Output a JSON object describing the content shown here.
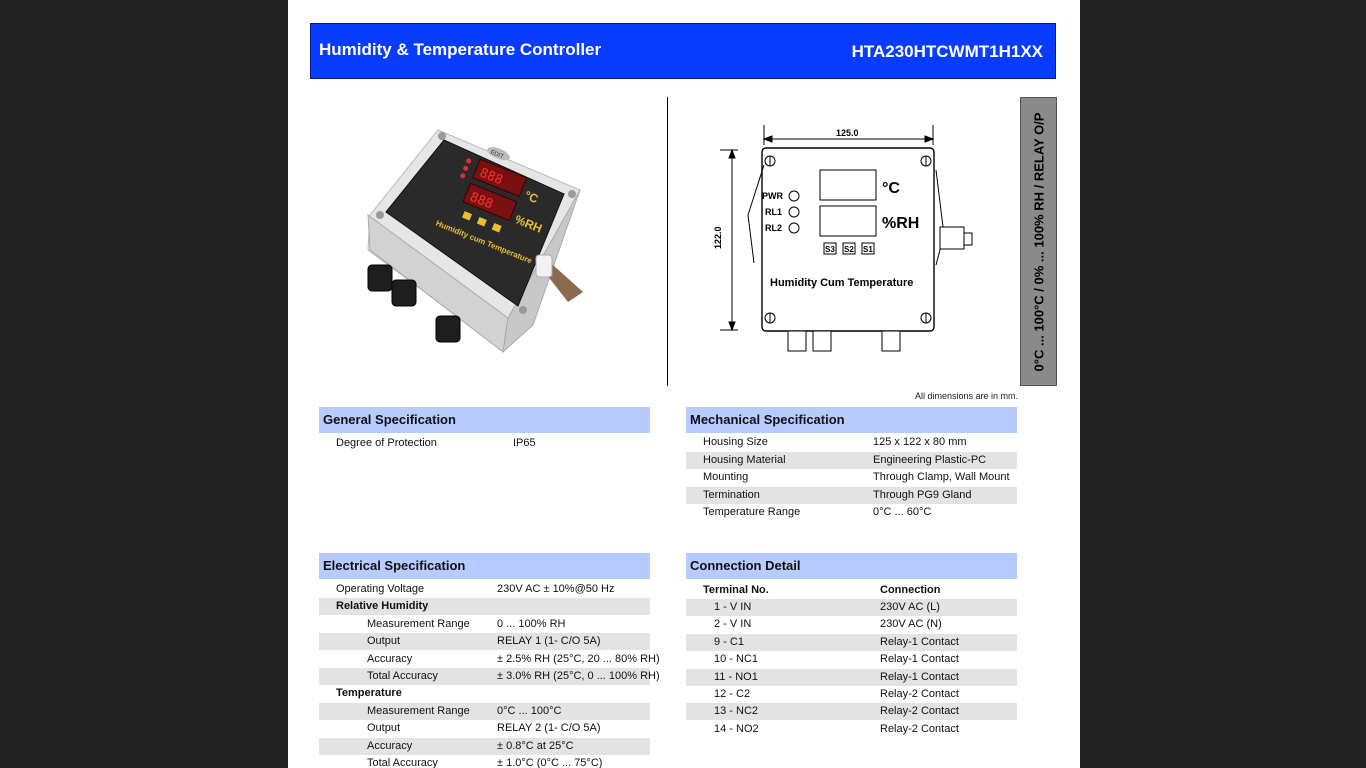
{
  "header": {
    "title": "Humidity & Temperature Controller",
    "model": "HTA230HTCWMT1H1XX"
  },
  "side_label": "0°C ... 100°C / 0% ... 100% RH / RELAY O/P",
  "dimensions_note": "All dimensions are in mm.",
  "product_photo": {
    "panel_text": "Humidity cum Temperature",
    "unit_c": "°C",
    "unit_rh": "%RH",
    "brand": "EDIT"
  },
  "drawing": {
    "width_dim": "125.0",
    "height_dim": "122.0",
    "led_labels": [
      "PWR",
      "RL1",
      "RL2"
    ],
    "unit_c": "°C",
    "unit_rh": "%RH",
    "switches": [
      "S3",
      "S2",
      "S1"
    ],
    "panel_text": "Humidity Cum Temperature"
  },
  "general": {
    "title": "General Specification",
    "rows": [
      {
        "label": "Degree of Protection",
        "value": "IP65"
      }
    ]
  },
  "mechanical": {
    "title": "Mechanical Specification",
    "rows": [
      {
        "label": "Housing Size",
        "value": "125 x 122 x 80 mm"
      },
      {
        "label": "Housing Material",
        "value": "Engineering Plastic-PC"
      },
      {
        "label": "Mounting",
        "value": "Through Clamp, Wall Mount"
      },
      {
        "label": "Termination",
        "value": "Through PG9 Gland"
      },
      {
        "label": "Temperature Range",
        "value": "0°C ... 60°C"
      }
    ]
  },
  "electrical": {
    "title": "Electrical Specification",
    "rows": [
      {
        "label": "Operating Voltage",
        "value": "230V AC ± 10%@50 Hz",
        "indent": 1,
        "bold": false
      },
      {
        "label": "Relative Humidity",
        "value": "",
        "indent": 1,
        "bold": true
      },
      {
        "label": "Measurement Range",
        "value": "0 ... 100% RH",
        "indent": 2,
        "bold": false
      },
      {
        "label": "Output",
        "value": "RELAY 1 (1- C/O  5A)",
        "indent": 2,
        "bold": false
      },
      {
        "label": "Accuracy",
        "value": "± 2.5% RH (25°C, 20 ... 80% RH)",
        "indent": 2,
        "bold": false
      },
      {
        "label": "Total Accuracy",
        "value": "± 3.0% RH (25°C, 0 ... 100% RH)",
        "indent": 2,
        "bold": false
      },
      {
        "label": "Temperature",
        "value": "",
        "indent": 1,
        "bold": true
      },
      {
        "label": "Measurement Range",
        "value": "0°C ... 100°C",
        "indent": 2,
        "bold": false
      },
      {
        "label": "Output",
        "value": "RELAY 2 (1- C/O  5A)",
        "indent": 2,
        "bold": false
      },
      {
        "label": "Accuracy",
        "value": "± 0.8°C at 25°C",
        "indent": 2,
        "bold": false
      },
      {
        "label": "Total Accuracy",
        "value": "± 1.0°C (0°C ... 75°C)",
        "indent": 2,
        "bold": false
      }
    ]
  },
  "connection": {
    "title": "Connection Detail",
    "header": {
      "terminal": "Terminal No.",
      "connection": "Connection"
    },
    "rows": [
      {
        "terminal": "1   - V IN",
        "connection": "230V AC (L)"
      },
      {
        "terminal": "2   - V IN",
        "connection": "230V AC (N)"
      },
      {
        "terminal": "9   - C1",
        "connection": "Relay-1 Contact"
      },
      {
        "terminal": "10 - NC1",
        "connection": "Relay-1 Contact"
      },
      {
        "terminal": "11 - NO1",
        "connection": "Relay-1 Contact"
      },
      {
        "terminal": "12 - C2",
        "connection": "Relay-2 Contact"
      },
      {
        "terminal": "13 - NC2",
        "connection": "Relay-2 Contact"
      },
      {
        "terminal": "14 - NO2",
        "connection": "Relay-2 Contact"
      }
    ]
  }
}
